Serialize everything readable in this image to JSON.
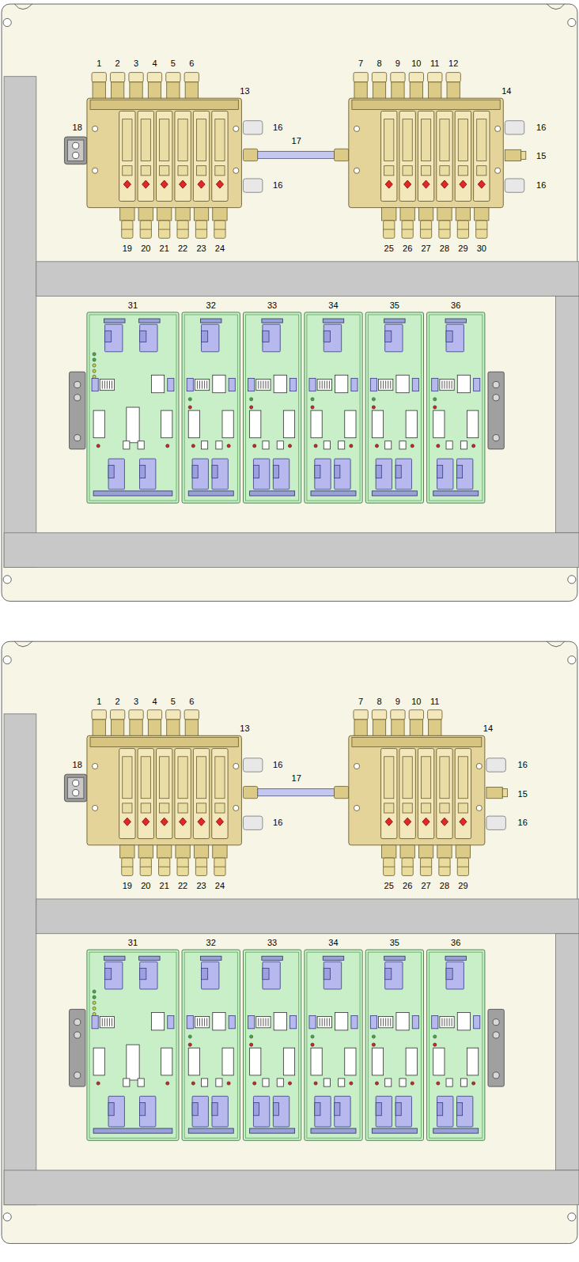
{
  "diagram": {
    "labels": [
      "1",
      "2",
      "3",
      "4",
      "5",
      "6",
      "7",
      "8",
      "9",
      "10",
      "11",
      "12",
      "13",
      "14",
      "18",
      "16",
      "16",
      "17",
      "16",
      "15",
      "16",
      "19",
      "20",
      "21",
      "22",
      "23",
      "24",
      "25",
      "26",
      "27",
      "28",
      "29",
      "30",
      "31",
      "32",
      "33",
      "34",
      "35",
      "36",
      "1",
      "2",
      "3",
      "4",
      "5",
      "6",
      "7",
      "8",
      "9",
      "10",
      "11",
      "13",
      "14",
      "18",
      "16",
      "16",
      "17",
      "16",
      "15",
      "16",
      "19",
      "20",
      "21",
      "22",
      "23",
      "24",
      "25",
      "26",
      "27",
      "28",
      "29",
      "31",
      "32",
      "33",
      "34",
      "35",
      "36"
    ]
  }
}
